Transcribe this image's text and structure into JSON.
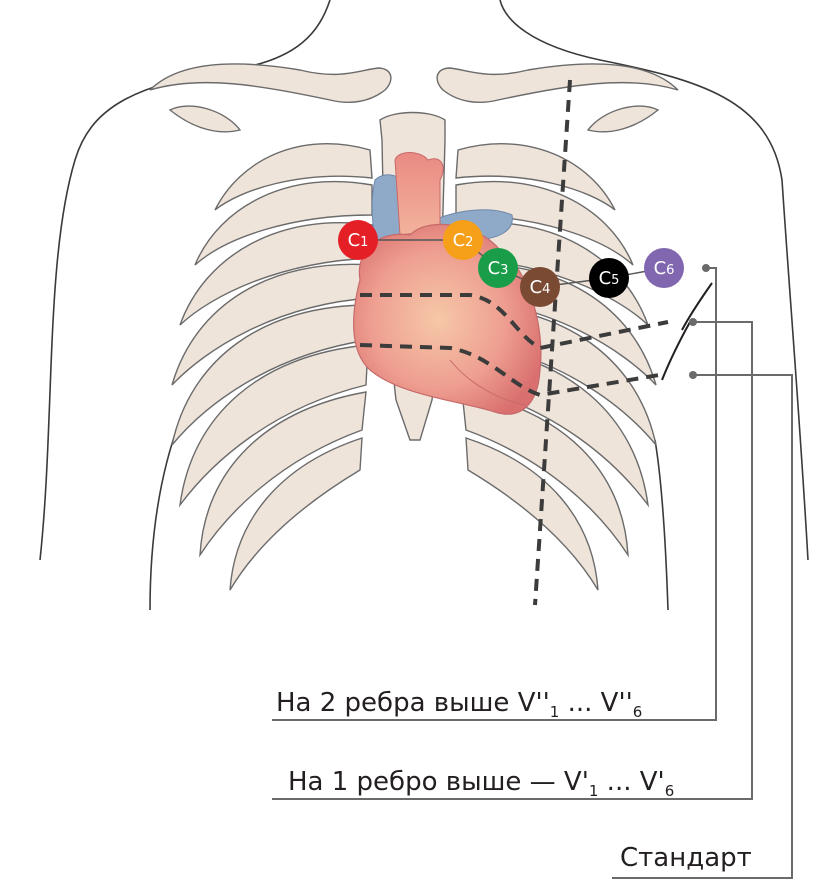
{
  "electrodes": [
    {
      "id": "C1",
      "letter": "C",
      "num": "1",
      "color": "#e41f26"
    },
    {
      "id": "C2",
      "letter": "C",
      "num": "2",
      "color": "#f6a01a"
    },
    {
      "id": "C3",
      "letter": "C",
      "num": "3",
      "color": "#1a9d48"
    },
    {
      "id": "C4",
      "letter": "C",
      "num": "4",
      "color": "#7b4a32"
    },
    {
      "id": "C5",
      "letter": "C",
      "num": "5",
      "color": "#000000"
    },
    {
      "id": "C6",
      "letter": "C",
      "num": "6",
      "color": "#8067b0"
    }
  ],
  "labels": {
    "two_ribs": {
      "text": "На 2 ребра выше  V''",
      "sub1": "1",
      "mid": " ... V''",
      "sub2": "6"
    },
    "one_rib": {
      "text": "На 1 ребро выше —  V'",
      "sub1": "1",
      "mid": " ... V'",
      "sub2": "6"
    },
    "standard": {
      "text": "Стандарт"
    }
  },
  "colors": {
    "bone_fill": "#efe4da",
    "bone_stroke": "#6b6b6b",
    "body_outline": "#3a3a3a",
    "dash": "#3c3c3c",
    "leader": "#6a6a6a"
  }
}
